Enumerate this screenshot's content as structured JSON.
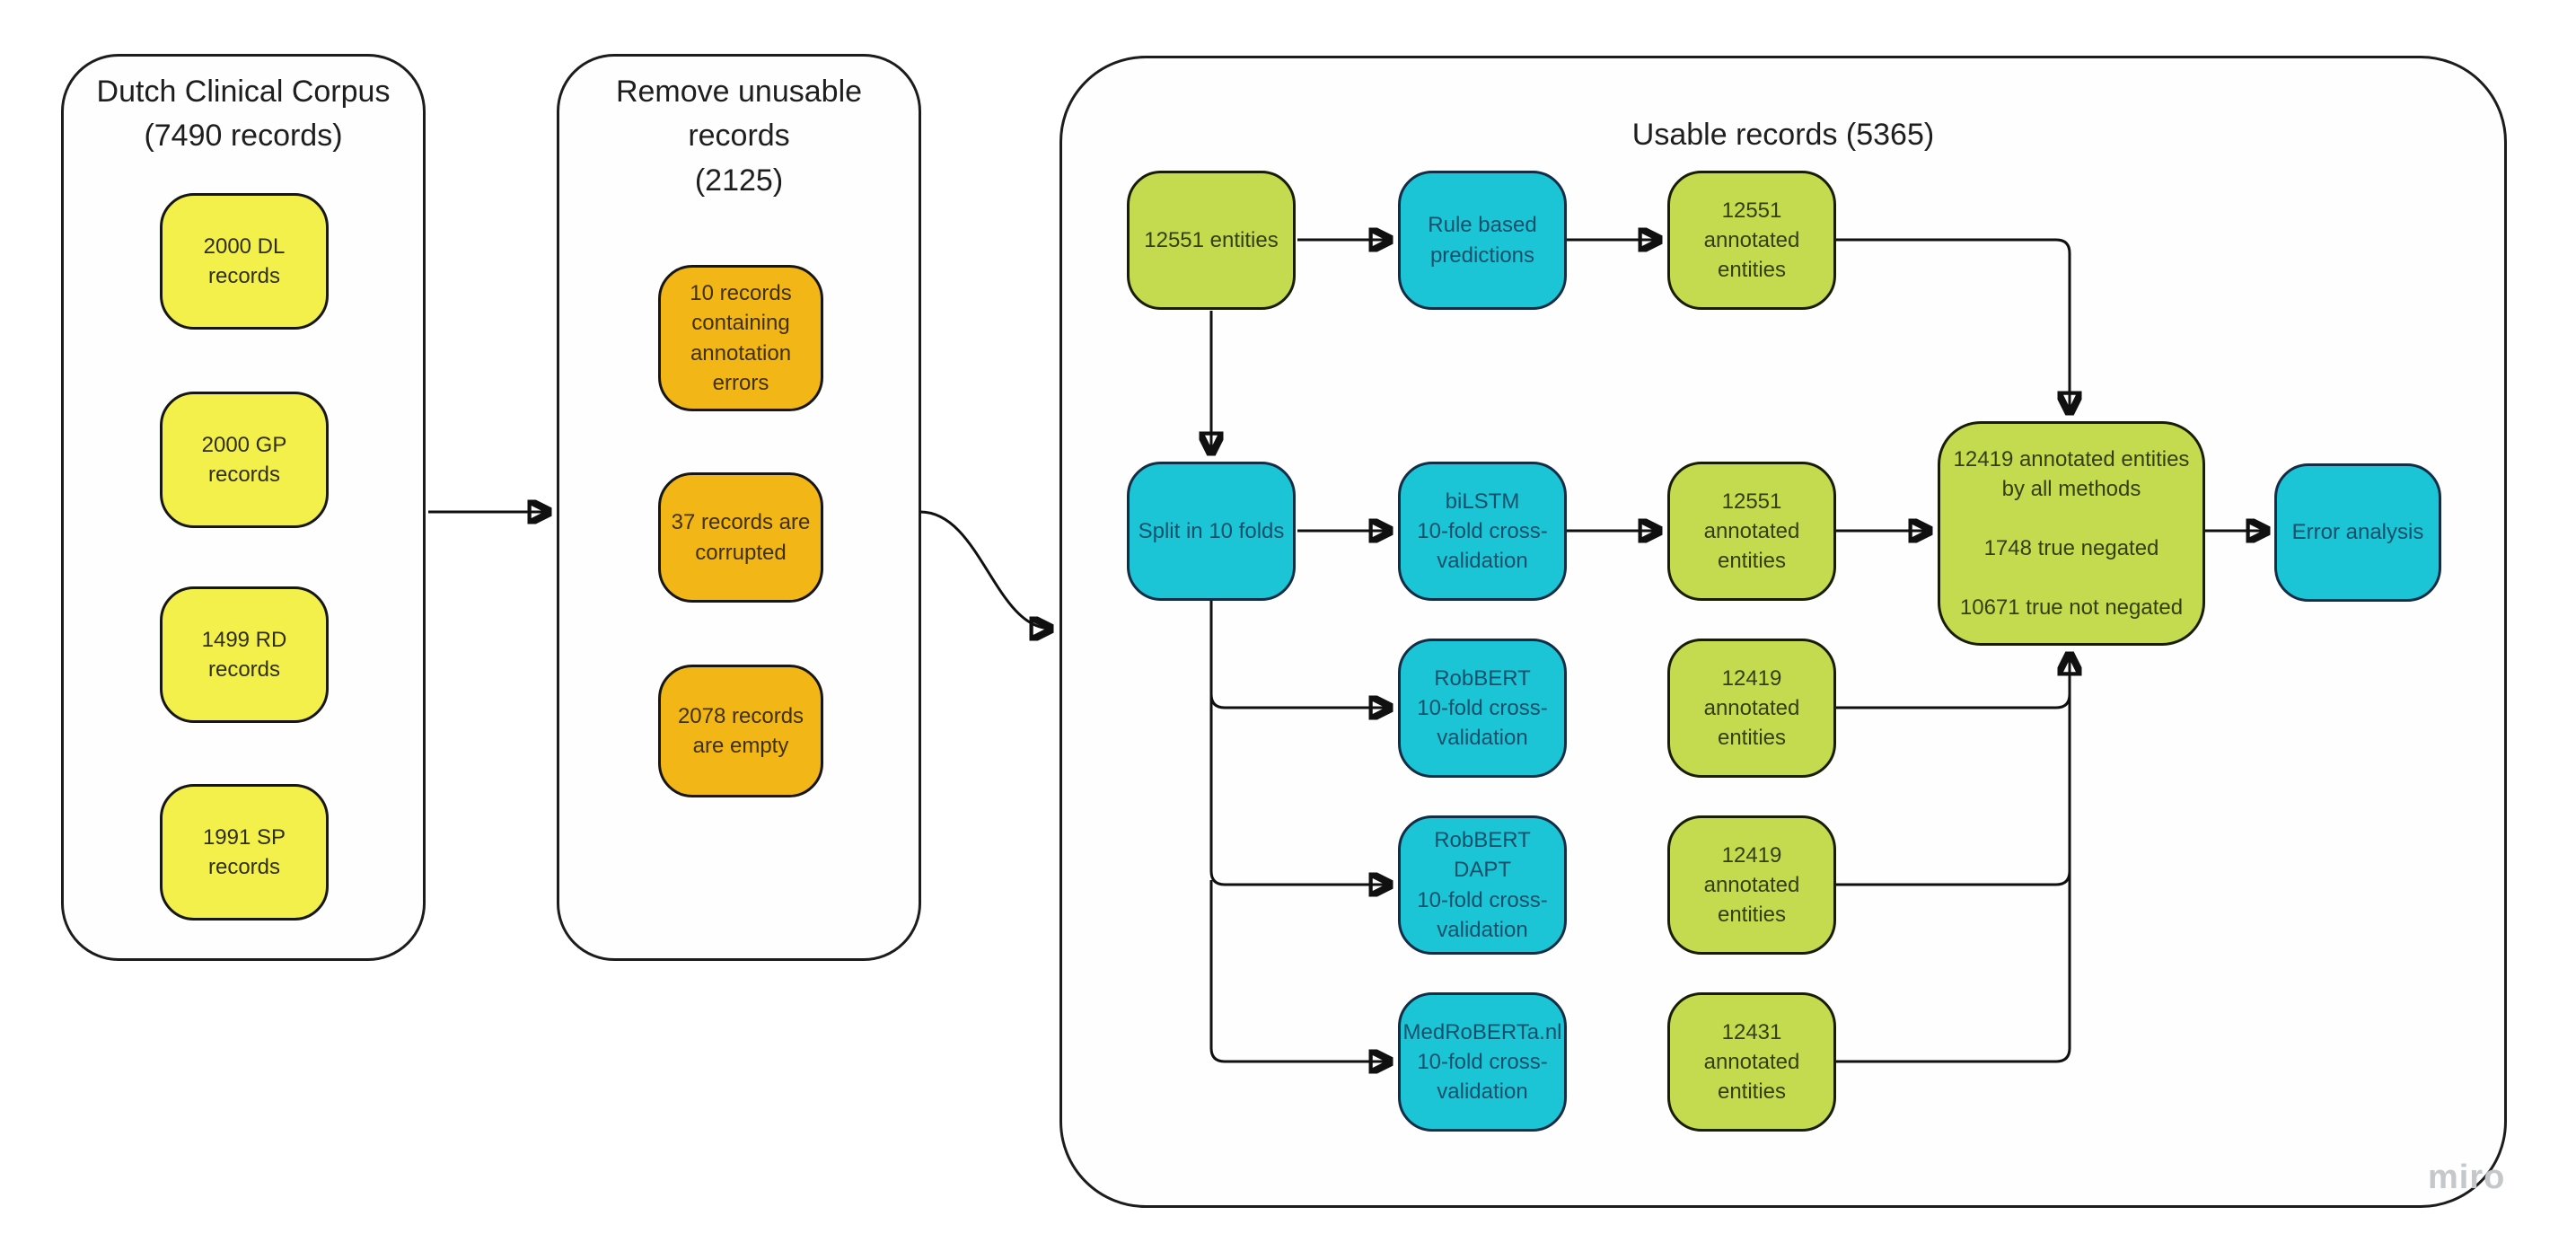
{
  "watermark": "miro",
  "containers": {
    "corpus": {
      "title": "Dutch Clinical Corpus\n(7490 records)"
    },
    "remove": {
      "title": "Remove unusable\nrecords\n(2125)"
    },
    "usable": {
      "title": "Usable records (5365)"
    }
  },
  "nodes": {
    "dl": {
      "label": "2000 DL records"
    },
    "gp": {
      "label": "2000 GP records"
    },
    "rd": {
      "label": "1499 RD records"
    },
    "sp": {
      "label": "1991 SP records"
    },
    "annotation_errors": {
      "label": "10 records\ncontaining\nannotation\nerrors"
    },
    "corrupted": {
      "label": "37 records are\ncorrupted"
    },
    "empty": {
      "label": "2078 records\nare empty"
    },
    "entities": {
      "label": "12551 entities"
    },
    "rule_based": {
      "label": "Rule based\npredictions"
    },
    "rule_based_out": {
      "label": "12551\nannotated\nentities"
    },
    "split": {
      "label": "Split in 10 folds"
    },
    "bilstm": {
      "label": "biLSTM\n10-fold cross-\nvalidation"
    },
    "bilstm_out": {
      "label": "12551\nannotated\nentities"
    },
    "robbert": {
      "label": "RobBERT\n10-fold cross-\nvalidation"
    },
    "robbert_out": {
      "label": "12419\nannotated\nentities"
    },
    "robbert_dapt": {
      "label": "RobBERT DAPT\n10-fold cross-\nvalidation"
    },
    "robbert_dapt_out": {
      "label": "12419\nannotated\nentities"
    },
    "medroberta": {
      "label": "MedRoBERTa.nl\n10-fold cross-\nvalidation"
    },
    "medroberta_out": {
      "label": "12431\nannotated\nentities"
    },
    "all_methods": {
      "label": "12419 annotated entities\nby all methods\n\n1748 true negated\n\n10671 true not negated"
    },
    "error_analysis": {
      "label": "Error analysis"
    }
  }
}
